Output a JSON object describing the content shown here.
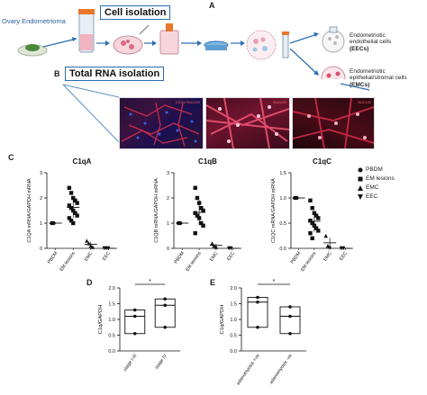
{
  "panels": {
    "A": "A",
    "B": "B",
    "C": "C",
    "D": "D",
    "E": "E"
  },
  "panel_a": {
    "source_label": "Ovary Endometrioma",
    "cell_isolation": "Cell isolation",
    "total_rna": "Total RNA isolation",
    "eec_line1": "Endometriotic",
    "eec_line2": "endothelial cells",
    "eec_abbr": "(EECs)",
    "emc_line1": "Endometriotic",
    "emc_line2": "epithelial/stromal cells",
    "emc_abbr": "(EMCs)",
    "micro_labels": [
      "CD31/ NUCLEI",
      "NUCLEI",
      "NUCLEI"
    ]
  },
  "legend": [
    {
      "marker": "circle",
      "label": "PBDM"
    },
    {
      "marker": "square",
      "label": "EM lesions"
    },
    {
      "marker": "triangle",
      "label": "EMC"
    },
    {
      "marker": "triangle-down",
      "label": "EEC"
    }
  ],
  "chart_data": [
    {
      "type": "scatter",
      "title": "C1qA",
      "ylabel": "C1QA mRNA/GAPDH mRNA",
      "categories": [
        "PBDM",
        "EM lesions",
        "EMC",
        "EEC"
      ],
      "ylim": [
        0,
        3
      ],
      "yticks": [
        0,
        1,
        2,
        3
      ],
      "series": [
        {
          "name": "PBDM",
          "marker": "circle",
          "values": [
            1.0,
            1.0
          ]
        },
        {
          "name": "EM lesions",
          "marker": "square",
          "values": [
            2.4,
            2.2,
            2.0,
            1.9,
            1.8,
            1.7,
            1.6,
            1.5,
            1.4,
            1.3,
            1.2,
            1.1,
            1.0
          ]
        },
        {
          "name": "EMC",
          "marker": "triangle",
          "values": [
            0.3,
            0.2,
            0.1,
            0.05
          ]
        },
        {
          "name": "EEC",
          "marker": "triangle-down",
          "values": [
            0.0,
            0.0,
            0.0
          ]
        }
      ]
    },
    {
      "type": "scatter",
      "title": "C1qB",
      "ylabel": "C1QB mRNA/GAPDH mRNA",
      "categories": [
        "PBDM",
        "EM lesions",
        "EMC",
        "EEC"
      ],
      "ylim": [
        0,
        3
      ],
      "yticks": [
        0,
        1,
        2,
        3
      ],
      "series": [
        {
          "name": "PBDM",
          "marker": "circle",
          "values": [
            1.0,
            1.0
          ]
        },
        {
          "name": "EM lesions",
          "marker": "square",
          "values": [
            2.4,
            2.0,
            1.8,
            1.6,
            1.5,
            1.4,
            1.3,
            1.2,
            1.0,
            0.9,
            0.6
          ]
        },
        {
          "name": "EMC",
          "marker": "triangle",
          "values": [
            0.2,
            0.1,
            0.05
          ]
        },
        {
          "name": "EEC",
          "marker": "triangle-down",
          "values": [
            0.0,
            0.0
          ]
        }
      ]
    },
    {
      "type": "scatter",
      "title": "C1qC",
      "ylabel": "C1QC mRNA/GAPDH mRNA",
      "categories": [
        "PBDM",
        "EM lesions",
        "EMC",
        "EEC"
      ],
      "ylim": [
        0,
        1.5
      ],
      "yticks": [
        0.0,
        0.5,
        1.0,
        1.5
      ],
      "series": [
        {
          "name": "PBDM",
          "marker": "circle",
          "values": [
            1.0,
            1.0
          ]
        },
        {
          "name": "EM lesions",
          "marker": "square",
          "values": [
            0.95,
            0.8,
            0.7,
            0.65,
            0.6,
            0.55,
            0.5,
            0.45,
            0.4,
            0.35,
            0.3,
            0.2
          ]
        },
        {
          "name": "EMC",
          "marker": "triangle",
          "values": [
            0.25,
            0.05,
            0.03
          ]
        },
        {
          "name": "EEC",
          "marker": "triangle-down",
          "values": [
            0.0,
            0.0
          ]
        }
      ]
    },
    {
      "type": "box",
      "ylabel": "C1q/GAPDH",
      "categories": [
        "stage I-III",
        "stage IV"
      ],
      "ylim": [
        0,
        2
      ],
      "yticks": [
        0.0,
        0.5,
        1.0,
        1.5,
        2.0
      ],
      "boxes": [
        {
          "min": 0.55,
          "q1": 0.55,
          "median": 1.1,
          "q3": 1.3,
          "max": 1.3,
          "points": [
            0.55,
            1.1,
            1.3
          ]
        },
        {
          "min": 0.75,
          "q1": 0.75,
          "median": 1.45,
          "q3": 1.65,
          "max": 1.65,
          "points": [
            0.75,
            1.45,
            1.65
          ]
        }
      ],
      "significance": "*"
    },
    {
      "type": "box",
      "ylabel": "C1q/GAPDH",
      "categories": [
        "adenomyosis +ve",
        "adenomyosis -ve"
      ],
      "ylim": [
        0,
        2
      ],
      "yticks": [
        0.0,
        0.5,
        1.0,
        1.5,
        2.0
      ],
      "boxes": [
        {
          "min": 0.75,
          "q1": 0.75,
          "median": 1.55,
          "q3": 1.7,
          "max": 1.7,
          "points": [
            0.75,
            1.55,
            1.7
          ]
        },
        {
          "min": 0.55,
          "q1": 0.55,
          "median": 1.1,
          "q3": 1.4,
          "max": 1.4,
          "points": [
            0.55,
            1.1,
            1.4
          ]
        }
      ],
      "significance": "*"
    }
  ]
}
